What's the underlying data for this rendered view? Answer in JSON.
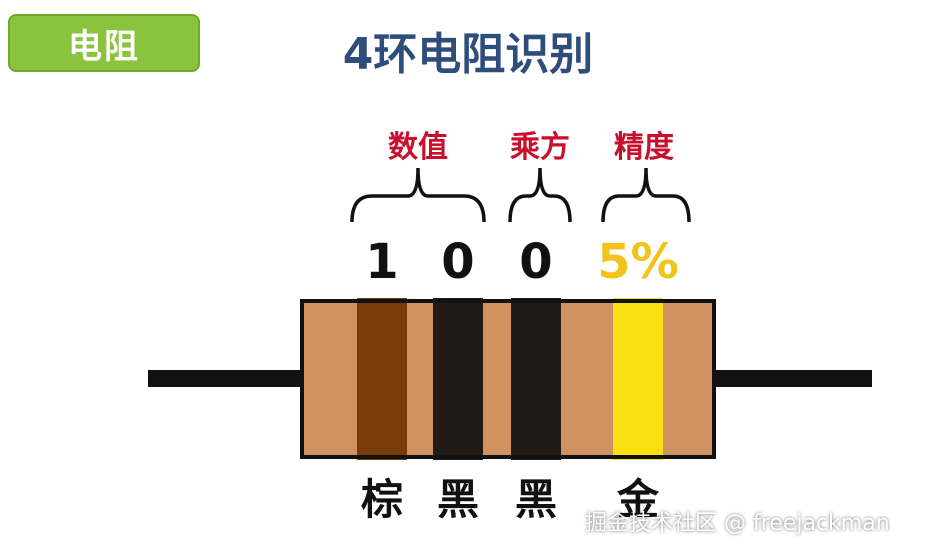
{
  "badge": {
    "label": "电阻"
  },
  "title": "4环电阻识别",
  "groups": [
    {
      "label": "数值"
    },
    {
      "label": "乘方"
    },
    {
      "label": "精度"
    }
  ],
  "bands": [
    {
      "digit": "1",
      "color_name": "棕",
      "color": "#7a3b0a"
    },
    {
      "digit": "0",
      "color_name": "黑",
      "color": "#221a17"
    },
    {
      "digit": "0",
      "color_name": "黑",
      "color": "#221a17"
    },
    {
      "digit": "5%",
      "color_name": "金",
      "color": "#f7df12"
    }
  ],
  "colors": {
    "body": "#cf9260",
    "lead": "#111111",
    "label_accent": "#c8102e",
    "title": "#2e4d7a",
    "tolerance_text": "#f2c31c"
  },
  "watermark": "掘金技术社区 @ freejackman"
}
